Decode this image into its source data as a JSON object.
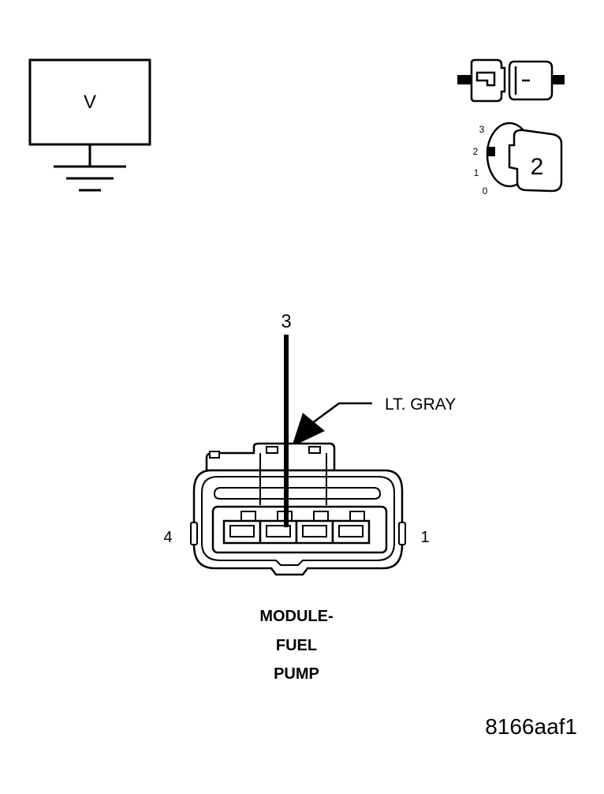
{
  "voltmeter": {
    "symbol": "V"
  },
  "ignition": {
    "positions": [
      "3",
      "2",
      "1",
      "0"
    ],
    "key_position": "2"
  },
  "probe": {
    "pin_number": "3"
  },
  "wire": {
    "color_label": "LT. GRAY"
  },
  "connector": {
    "pin_left_label": "4",
    "pin_right_label": "1",
    "name_lines": [
      "MODULE-",
      "FUEL",
      "PUMP"
    ]
  },
  "figure_id": "8166aaf1"
}
